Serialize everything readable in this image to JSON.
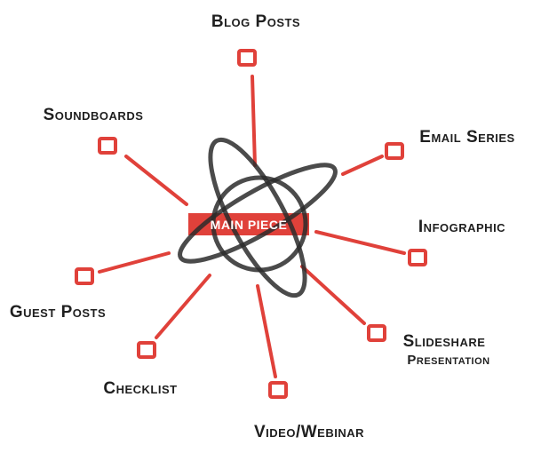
{
  "center": {
    "label": "MAIN PIECE",
    "color": "#e0413a"
  },
  "colors": {
    "accent": "#e0413a",
    "ink": "#2b2b2b"
  },
  "nodes": [
    {
      "label": "Blog Posts"
    },
    {
      "label": "Soundboards"
    },
    {
      "label": "Email Series"
    },
    {
      "label": "Infographic"
    },
    {
      "label": "Guest Posts"
    },
    {
      "label": "Slideshare",
      "label2": "Presentation"
    },
    {
      "label": "Checklist"
    },
    {
      "label": "Video/Webinar"
    }
  ]
}
